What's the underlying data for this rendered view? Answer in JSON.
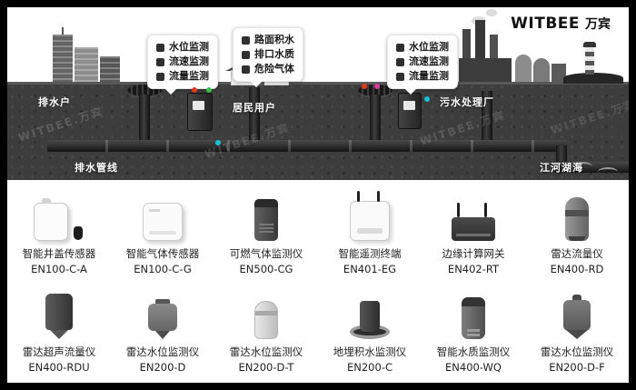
{
  "logo": {
    "brand": "WITBEE",
    "cn": "万宾"
  },
  "scene": {
    "watermark": "WITBEE.万宾",
    "callouts": [
      {
        "lines": [
          "水位监测",
          "流速监测",
          "流量监测"
        ]
      },
      {
        "lines": [
          "路面积水",
          "排口水质",
          "危险气体"
        ]
      },
      {
        "lines": [
          "水位监测",
          "流速监测",
          "流量监测"
        ]
      }
    ],
    "labels": {
      "drain_user": "排水户",
      "resident_user": "居民用户",
      "treatment_plant": "污水处理厂",
      "pipeline": "排水管线",
      "river": "江河湖海"
    },
    "indicator_colors": {
      "red": "#e23b1c",
      "green": "#37c04a",
      "cyan": "#17c2d8",
      "magenta": "#df3a9e"
    }
  },
  "products": [
    {
      "name": "智能井盖传感器",
      "model": "EN100-C-A"
    },
    {
      "name": "智能气体传感器",
      "model": "EN100-C-G"
    },
    {
      "name": "可燃气体监测仪",
      "model": "EN500-CG"
    },
    {
      "name": "智能遥测终端",
      "model": "EN401-EG"
    },
    {
      "name": "边缘计算网关",
      "model": "EN402-RT"
    },
    {
      "name": "雷达流量仪",
      "model": "EN400-RD"
    },
    {
      "name": "雷达超声流量仪",
      "model": "EN400-RDU"
    },
    {
      "name": "雷达水位监测仪",
      "model": "EN200-D"
    },
    {
      "name": "雷达水位监测仪",
      "model": "EN200-D-T"
    },
    {
      "name": "地埋积水监测仪",
      "model": "EN200-C"
    },
    {
      "name": "智能水质监测仪",
      "model": "EN400-WQ"
    },
    {
      "name": "雷达水位监测仪",
      "model": "EN200-D-F"
    }
  ]
}
